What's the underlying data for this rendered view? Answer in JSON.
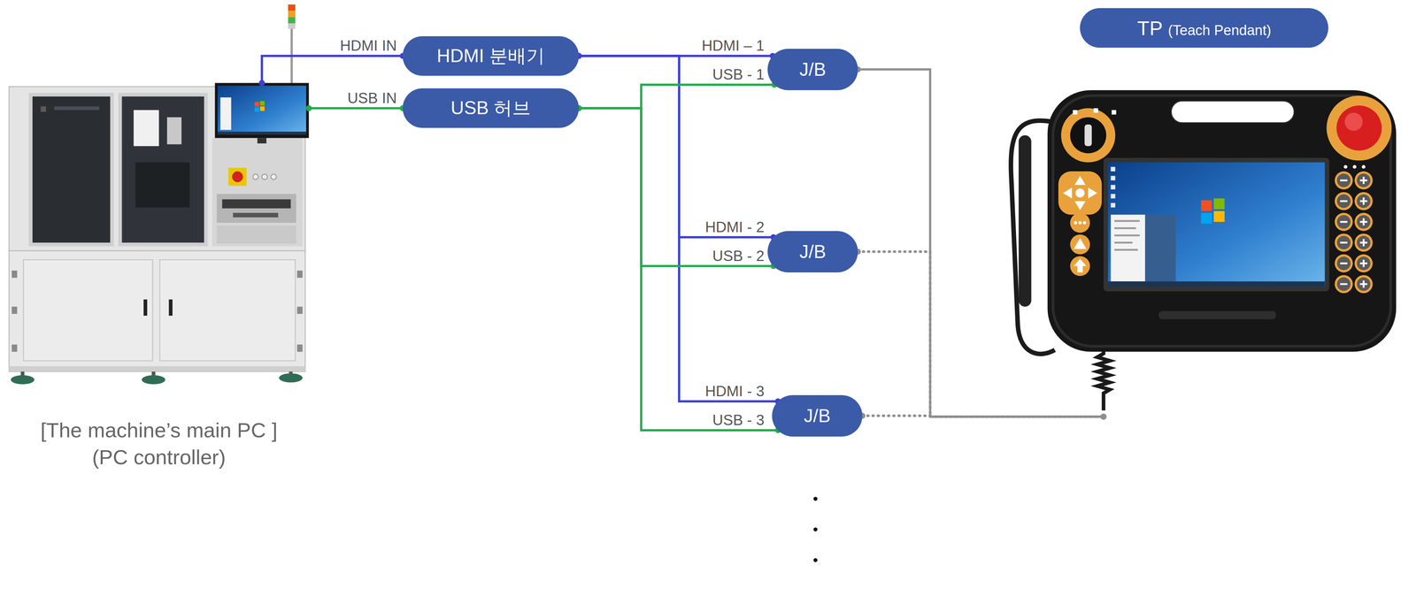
{
  "diagram": {
    "nodes": [
      {
        "text": [
          "[The machine’s main PC ]",
          "(PC controller)"
        ]
      },
      {
        "text": [
          "HDMI 분배기"
        ]
      },
      {
        "text": [
          "USB 허브"
        ]
      },
      {
        "text": [
          "J/B"
        ]
      },
      {
        "text": [
          "J/B"
        ]
      },
      {
        "text": [
          "J/B"
        ]
      },
      {
        "text": [
          "TP",
          "(Teach Pendant)"
        ]
      }
    ],
    "edges": [
      {
        "from": 0,
        "to": 1,
        "label": "HDMI IN",
        "arrow": "none"
      },
      {
        "from": 0,
        "to": 2,
        "label": "USB IN",
        "arrow": "none"
      },
      {
        "from": 1,
        "to": 3,
        "label": "HDMI – 1",
        "arrow": "none"
      },
      {
        "from": 1,
        "to": 4,
        "label": "HDMI - 2",
        "arrow": "none"
      },
      {
        "from": 1,
        "to": 5,
        "label": "HDMI - 3",
        "arrow": "none"
      },
      {
        "from": 2,
        "to": 3,
        "label": "USB - 1",
        "arrow": "none"
      },
      {
        "from": 2,
        "to": 4,
        "label": "USB - 2",
        "arrow": "none"
      },
      {
        "from": 2,
        "to": 5,
        "label": "USB - 3",
        "arrow": "none"
      },
      {
        "from": 3,
        "to": 6,
        "arrow": "none"
      },
      {
        "from": 4,
        "to": 6,
        "arrow": "none"
      },
      {
        "from": 5,
        "to": 6,
        "arrow": "none"
      }
    ]
  }
}
